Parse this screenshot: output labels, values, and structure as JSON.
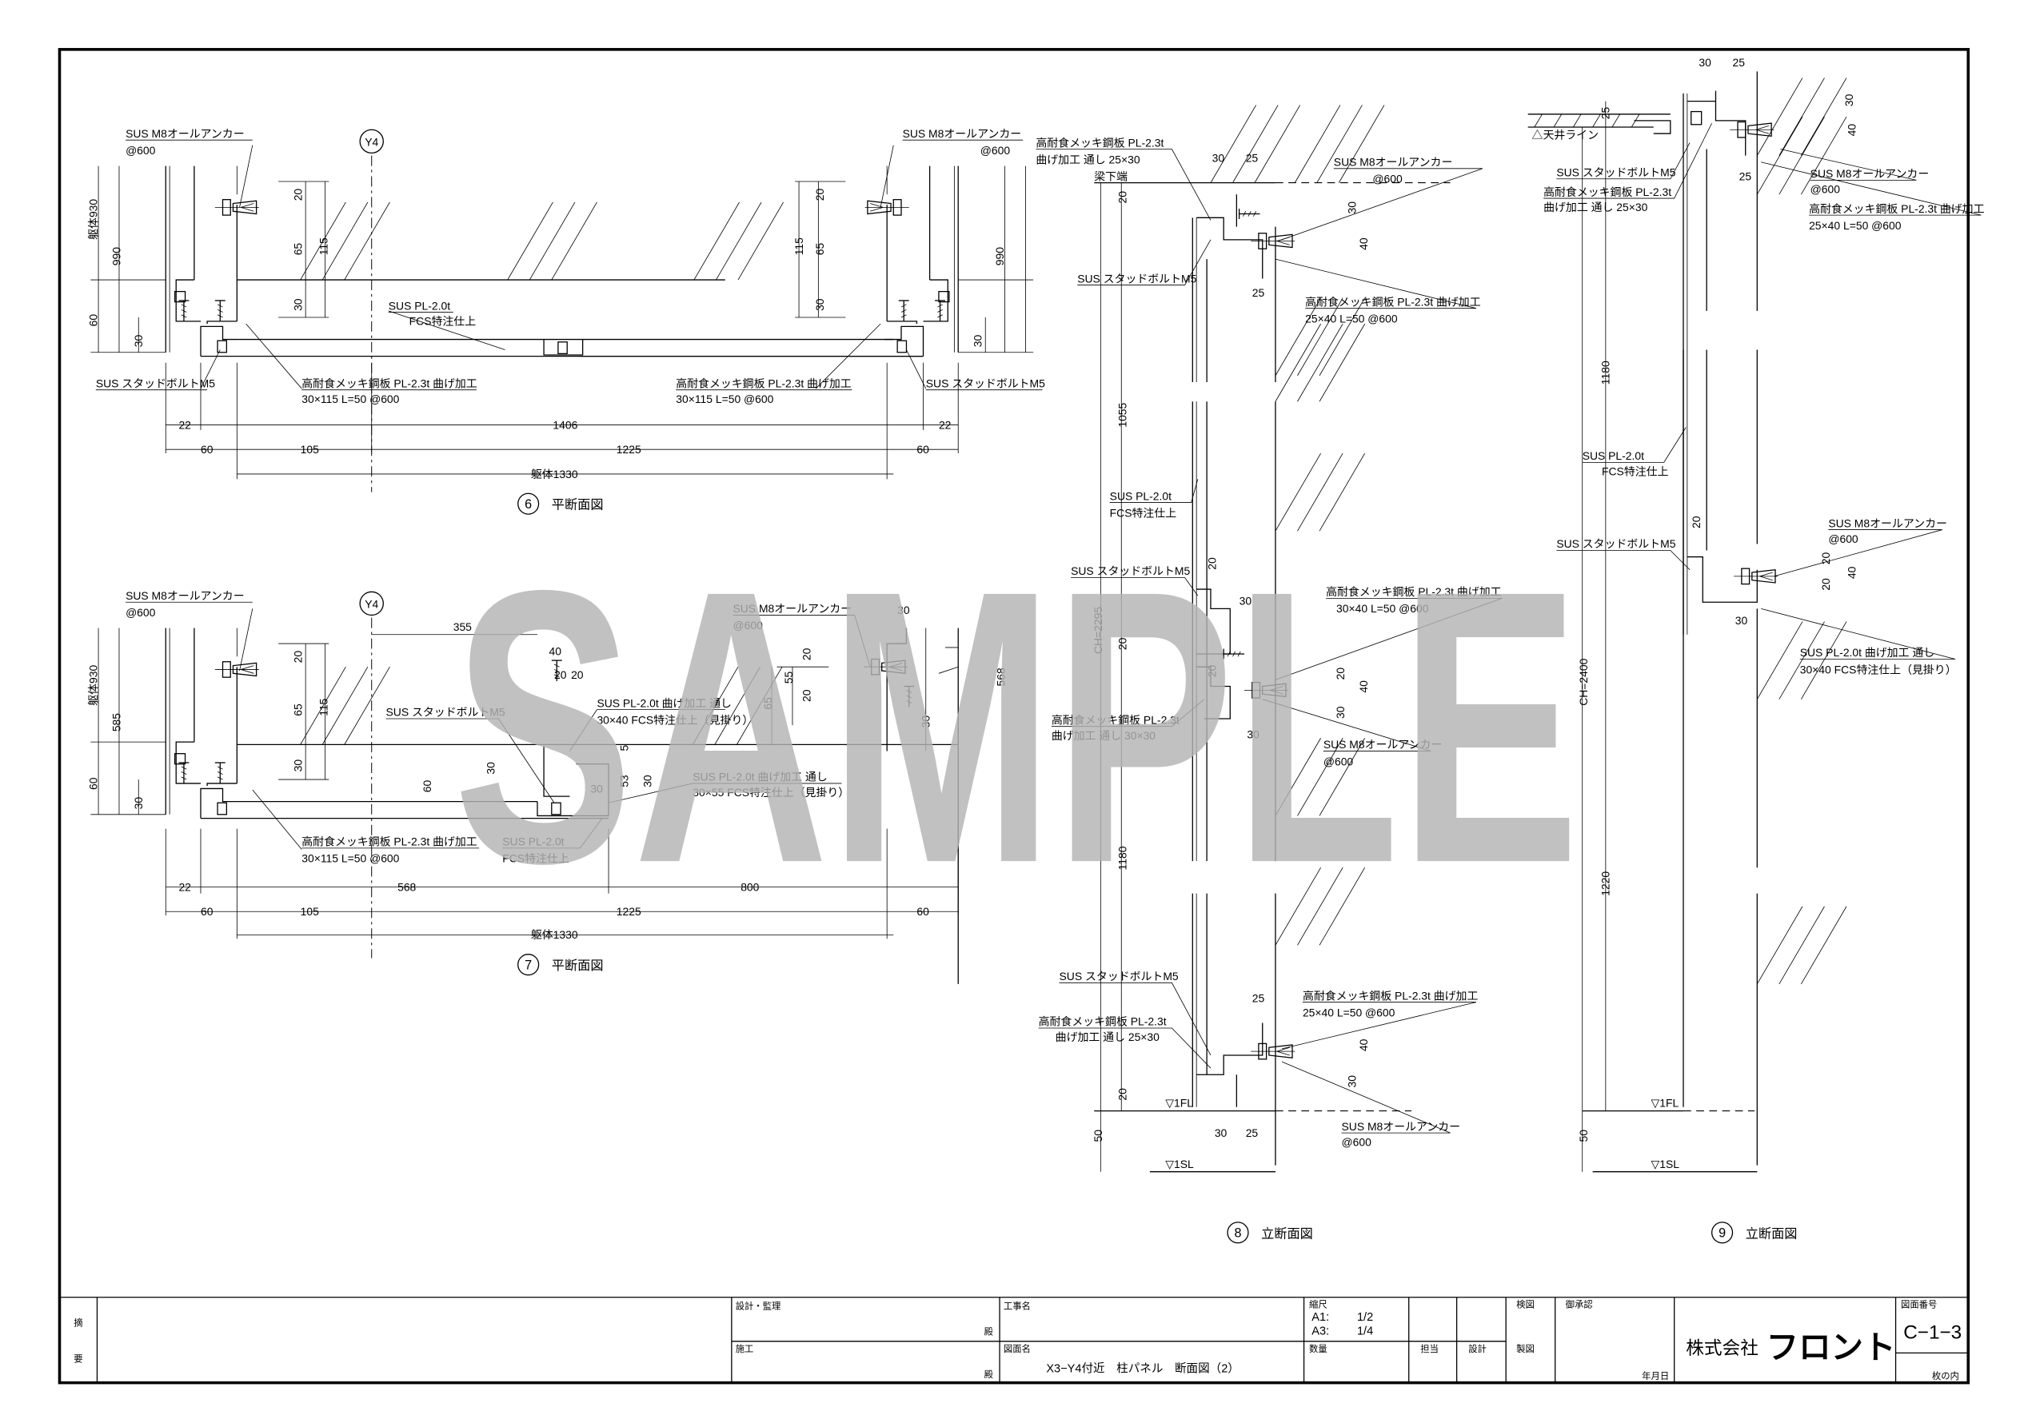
{
  "watermark": "SAMPLE",
  "drawing6": {
    "number": "6",
    "title": "平断面図",
    "grid": "Y4",
    "labels": [
      "SUS M8オールアンカー",
      "@600",
      "SUS M8オールアンカー",
      "@600",
      "SUS PL-2.0t",
      "FCS特注仕上",
      "SUS スタッドボルトM5",
      "SUS スタッドボルトM5",
      "高耐食メッキ鋼板 PL-2.3t 曲げ加工",
      "30×115 L=50 @600",
      "高耐食メッキ鋼板 PL-2.3t 曲げ加工",
      "30×115 L=50 @600",
      "22",
      "1406",
      "22",
      "60",
      "105",
      "1225",
      "60",
      "躯体1330",
      "躯体930",
      "990",
      "60",
      "30",
      "20",
      "65",
      "115",
      "30",
      "20",
      "115",
      "65",
      "30",
      "990",
      "30"
    ]
  },
  "drawing7": {
    "number": "7",
    "title": "平断面図",
    "grid": "Y4",
    "labels": [
      "SUS M8オールアンカー",
      "@600",
      "355",
      "40",
      "20",
      "20",
      "SUS M8オールアンカー",
      "@600",
      "30",
      "SUS スタッドボルトM5",
      "SUS PL-2.0t 曲げ加工 通し",
      "30×40 FCS特注仕上（見掛り）",
      "SUS PL-2.0t 曲げ加工 通し",
      "30×55 FCS特注仕上（見掛り）",
      "高耐食メッキ鋼板 PL-2.3t 曲げ加工",
      "30×115 L=50 @600",
      "SUS PL-2.0t",
      "FCS特注仕上",
      "22",
      "568",
      "800",
      "60",
      "105",
      "1225",
      "60",
      "躯体1330",
      "躯体930",
      "585",
      "60",
      "30",
      "20",
      "65",
      "115",
      "30",
      "60",
      "30",
      "5",
      "53",
      "30",
      "55",
      "20",
      "20",
      "65",
      "30",
      "568",
      "30"
    ]
  },
  "drawing8": {
    "number": "8",
    "title": "立断面図",
    "labels": [
      "高耐食メッキ鋼板 PL-2.3t",
      "曲げ加工 通し 25×30",
      "30",
      "25",
      "梁下端",
      "SUS M8オールアンカー",
      "@600",
      "SUS スタッドボルトM5",
      "25",
      "高耐食メッキ鋼板 PL-2.3t 曲げ加工",
      "25×40 L=50 @600",
      "SUS PL-2.0t",
      "FCS特注仕上",
      "SUS スタッドボルトM5",
      "30",
      "高耐食メッキ鋼板 PL-2.3t 曲げ加工",
      "30×40 L=50 @600",
      "高耐食メッキ鋼板 PL-2.3t",
      "曲げ加工 通し 30×30",
      "30",
      "SUS M8オールアンカー",
      "@600",
      "SUS スタッドボルトM5",
      "25",
      "高耐食メッキ鋼板 PL-2.3t 曲げ加工",
      "25×40 L=50 @600",
      "高耐食メッキ鋼板 PL-2.3t",
      "曲げ加工 通し 25×30",
      "▽1FL",
      "SUS M8オールアンカー",
      "@600",
      "30",
      "25",
      "▽1SL",
      "20",
      "30",
      "40",
      "1055",
      "20",
      "CH=2295",
      "20",
      "20",
      "20",
      "40",
      "30",
      "1180",
      "40",
      "30",
      "20",
      "50"
    ]
  },
  "drawing9": {
    "number": "9",
    "title": "立断面図",
    "labels": [
      "30",
      "25",
      "△天井ライン",
      "SUS スタッドボルトM5",
      "高耐食メッキ鋼板 PL-2.3t",
      "曲げ加工 通し 25×30",
      "25",
      "SUS M8オールアンカー",
      "@600",
      "高耐食メッキ鋼板 PL-2.3t 曲げ加工",
      "25×40 L=50 @600",
      "SUS PL-2.0t",
      "FCS特注仕上",
      "SUS M8オールアンカー",
      "@600",
      "SUS スタッドボルトM5",
      "30",
      "SUS PL-2.0t 曲げ加工 通し",
      "30×40 FCS特注仕上（見掛り）",
      "▽1FL",
      "▽1SL",
      "25",
      "30",
      "40",
      "1180",
      "20",
      "20",
      "40",
      "20",
      "CH=2400",
      "1220",
      "50"
    ]
  },
  "title_block": {
    "remarks_1": "摘",
    "remarks_2": "要",
    "design_supervision": "設計・監理",
    "honorific_1": "殿",
    "construction": "施工",
    "honorific_2": "殿",
    "project_name_label": "工事名",
    "drawing_name_label": "図面名",
    "drawing_name": "X3−Y4付近　柱パネル　断面図（2）",
    "scale_label": "縮尺",
    "scale_a1_label": "A1:",
    "scale_a1": "1/2",
    "scale_a3_label": "A3:",
    "scale_a3": "1/4",
    "quantity_label": "数量",
    "in_charge_label": "担当",
    "design_label": "設計",
    "check_label": "検図",
    "drafting_label": "製図",
    "approval_label": "御承認",
    "date_label": "年月日",
    "company": "株式会社",
    "company_brand": "フロント",
    "drawing_number_label": "図面番号",
    "drawing_number": "C−1−3",
    "sheet_label": "枚の内"
  }
}
